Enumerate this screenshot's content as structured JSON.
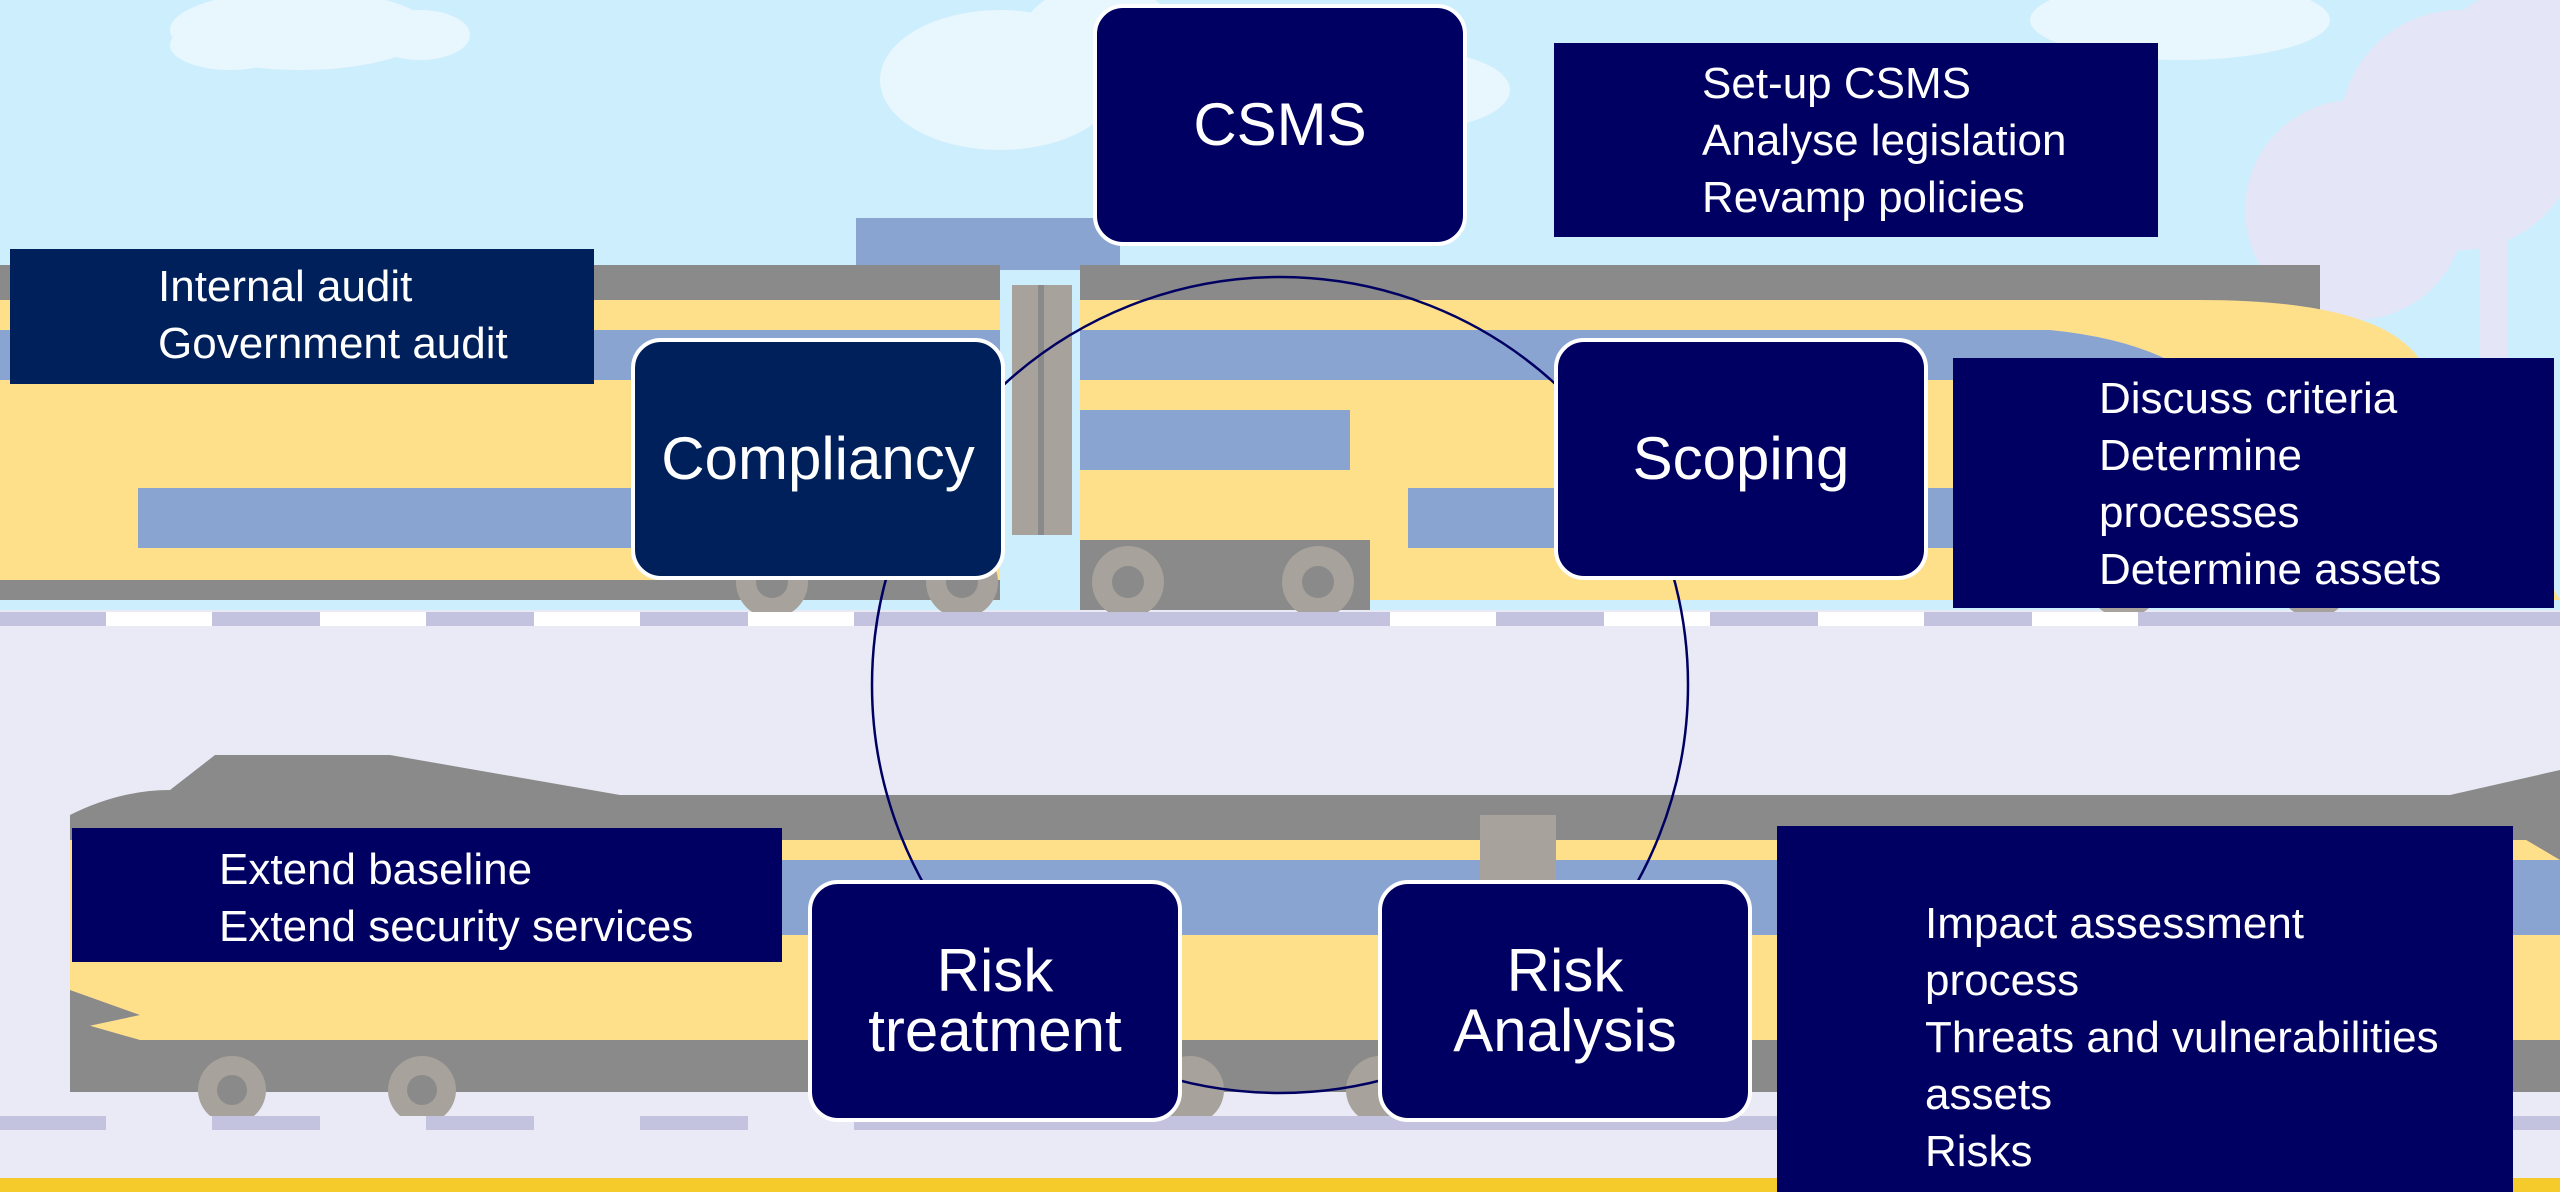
{
  "cycle": {
    "nodes": [
      {
        "id": "csms",
        "label": "CSMS"
      },
      {
        "id": "scoping",
        "label": "Scoping"
      },
      {
        "id": "risk-analysis",
        "label": "Risk\nAnalysis"
      },
      {
        "id": "risk-treatment",
        "label": "Risk\ntreatment"
      },
      {
        "id": "compliancy",
        "label": "Compliancy"
      }
    ]
  },
  "notes": {
    "csms": [
      "Set-up CSMS",
      "Analyse legislation",
      "Revamp policies"
    ],
    "compliancy": [
      "Internal audit",
      "Government audit"
    ],
    "scoping": [
      "Discuss criteria",
      "Determine",
      "processes",
      "Determine assets"
    ],
    "risk_treatment": [
      "Extend baseline",
      "Extend security services"
    ],
    "risk_analysis": [
      "Impact assessment",
      "process",
      "Threats and vulnerabilities",
      "assets",
      "Risks"
    ]
  },
  "colors": {
    "box_navy": "#000062",
    "box_dark_blue": "#00205b",
    "sky": "#cdeefd",
    "train_yellow": "#ffe08a",
    "train_blue": "#8aa4d2",
    "train_gray": "#8a8a8a",
    "rail_yellow": "#f4cb2a"
  }
}
